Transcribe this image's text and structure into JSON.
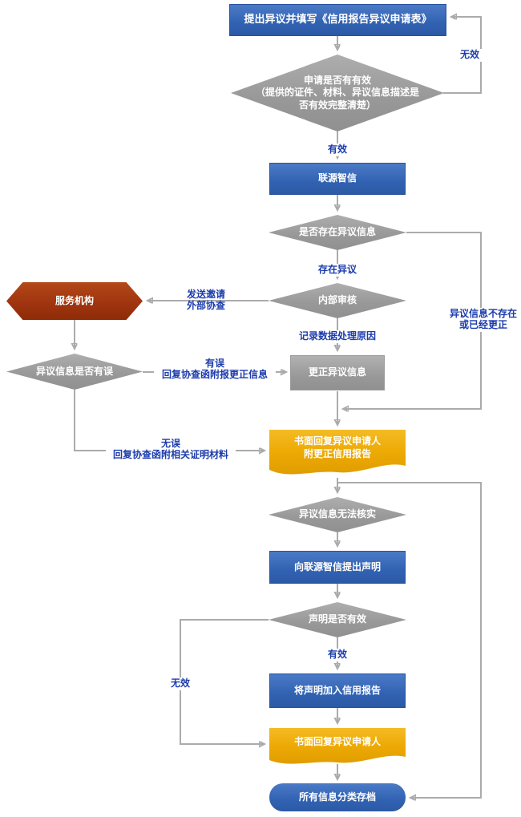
{
  "flowchart": {
    "nodes": {
      "start": "提出异议并填写《信用报告异议申请表》",
      "check_valid": {
        "line1": "申请是否有有效",
        "line2": "（提供的证件、材料、异议信息描述是",
        "line3": "否有效完整清楚）"
      },
      "agency": "联源智信",
      "exists_dispute": "是否存在异议信息",
      "internal_review": "内部审核",
      "service_org": "服务机构",
      "info_wrong": "异议信息是否有误",
      "correct_info": "更正异议信息",
      "reply_with_report": {
        "line1": "书面回复异议申请人",
        "line2": "附更正信用报告"
      },
      "unverifiable": "异议信息无法核实",
      "submit_statement": "向联源智信提出声明",
      "statement_valid": "声明是否有效",
      "add_statement": "将声明加入信用报告",
      "reply_applicant": "书面回复异议申请人",
      "archive": "所有信息分类存档"
    },
    "labels": {
      "invalid_top": "无效",
      "valid_top": "有效",
      "dispute_exists": "存在异议",
      "send_invite_line1": "发送邀请",
      "send_invite_line2": "外部协查",
      "not_exist_line1": "异议信息不存在",
      "not_exist_line2": "或已经更正",
      "record_reason": "记录数据处理原因",
      "has_error": "有误",
      "has_error_note": "回复协查函附报更正信息",
      "no_error": "无误",
      "no_error_note": "回复协查函附相关证明材料",
      "valid_bottom": "有效",
      "invalid_bottom": "无效"
    },
    "colors": {
      "process_blue": "#3162b2",
      "decision_gray": "#9c9c9c",
      "service_red": "#a03510",
      "document_gold": "#eda903",
      "connector_gray": "#ababab",
      "label_blue": "#1c3cad"
    }
  }
}
